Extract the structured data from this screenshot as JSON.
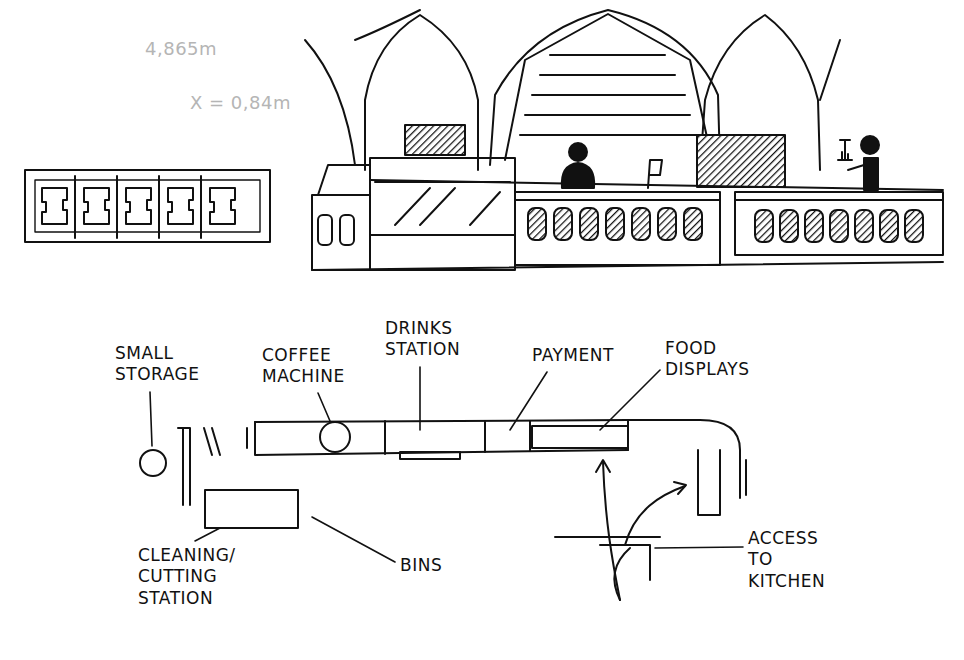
{
  "diagram": {
    "labels": [
      "4,865m",
      "X = 0,84m",
      "SMALL STORAGE",
      "COFFEE MACHINE",
      "DRINKS STATION",
      "PAYMENT",
      "FOOD DISPLAYS",
      "CLEANING/ CUTTING STATION",
      "BINS",
      "ACCESS TO KITCHEN"
    ]
  }
}
